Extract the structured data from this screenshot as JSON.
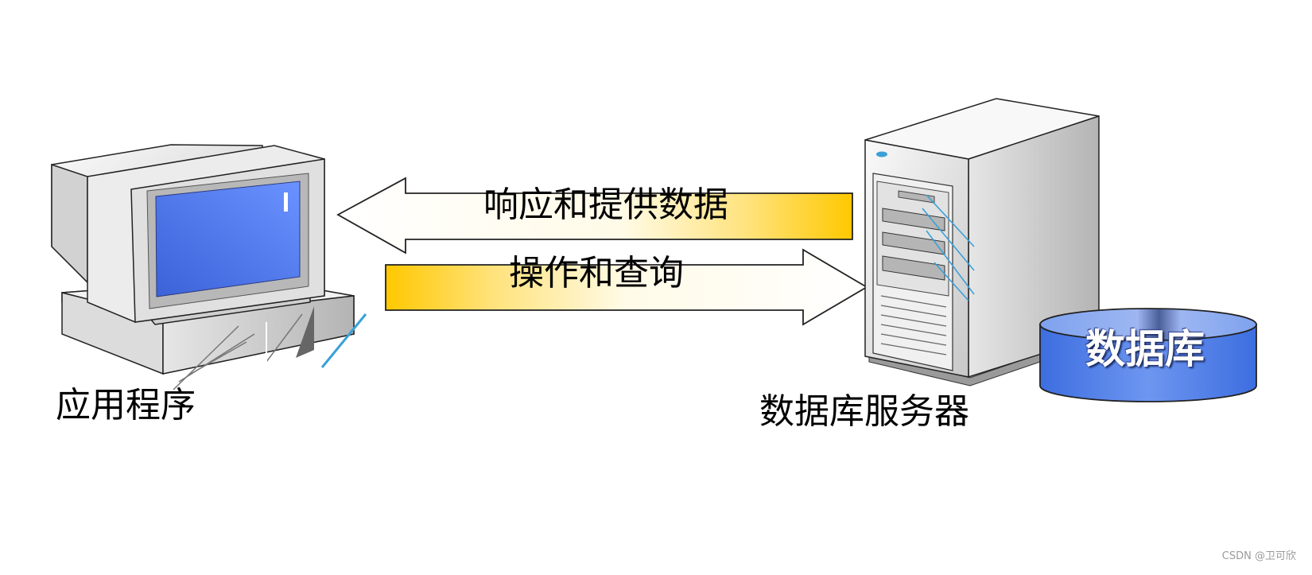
{
  "labels": {
    "application": "应用程序",
    "server": "数据库服务器",
    "database": "数据库"
  },
  "arrows": {
    "response": "响应和提供数据",
    "operation": "操作和查询"
  },
  "watermark": "CSDN @卫可欣",
  "colors": {
    "arrow_gold": "#ffcc00",
    "screen_blue": "#4d7cf0",
    "db_blue": "#5b86e8",
    "accent_cyan": "#3aa0d8"
  }
}
